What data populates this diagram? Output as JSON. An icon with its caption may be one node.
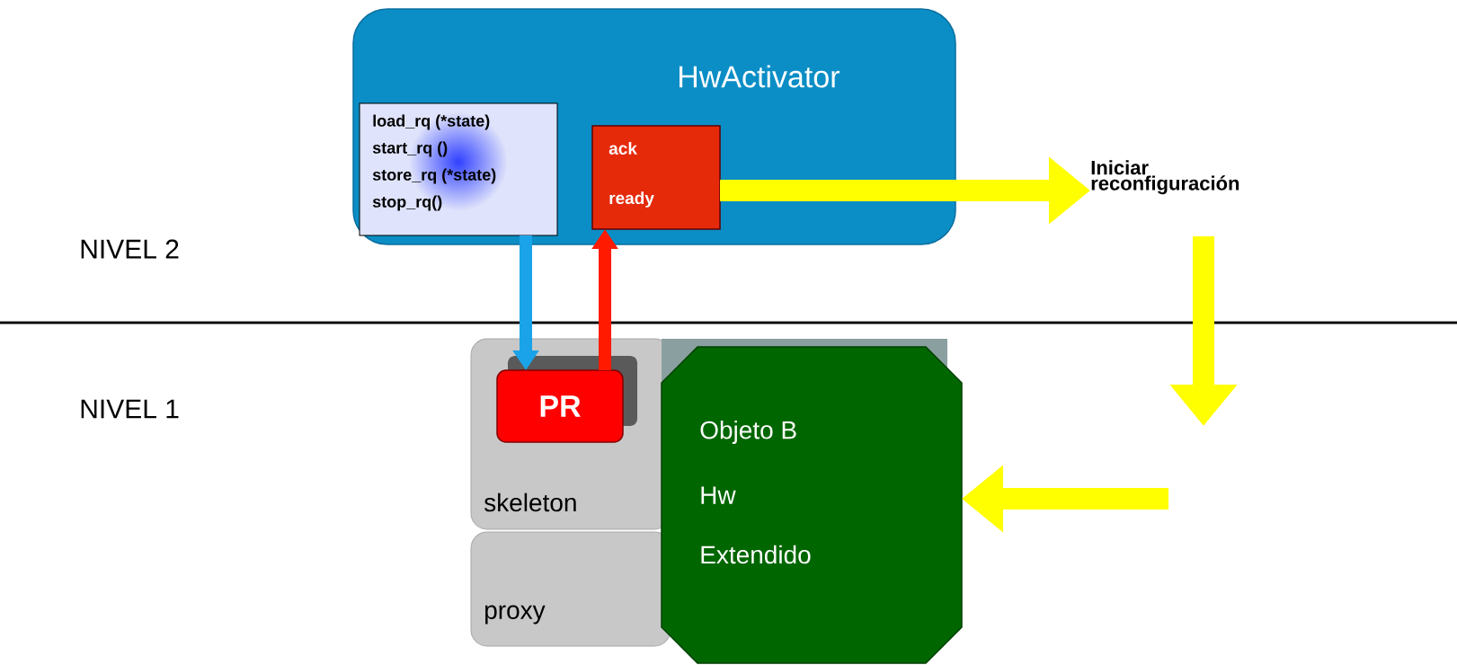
{
  "diagram": {
    "nodes": [
      {
        "text": [
          "HwActivator"
        ]
      },
      {
        "text": [
          "load_rq (*state)",
          "start_rq ()",
          "store_rq (*state)",
          "stop_rq()"
        ],
        "in": 0
      },
      {
        "text": [
          "ack",
          "ready"
        ],
        "in": 0
      },
      {
        "text": [
          "Iniciar reconfiguración"
        ]
      },
      {
        "text": [
          "skeleton"
        ]
      },
      {
        "text": [
          "PR"
        ],
        "in": 4
      },
      {
        "text": [
          "proxy"
        ]
      },
      {
        "text": [
          "Objeto B",
          "Hw",
          "Extendido"
        ]
      }
    ],
    "edges": [
      {
        "from": 1,
        "to": 5,
        "arrow": "to",
        "color": "#1aa3e8"
      },
      {
        "from": 5,
        "to": 2,
        "arrow": "to",
        "color": "#ff1a00"
      },
      {
        "from": 2,
        "to": 3,
        "arrow": "to",
        "color": "#ffff00"
      },
      {
        "from": 3,
        "to": null,
        "arrow": "to",
        "color": "#ffff00"
      },
      {
        "from": null,
        "to": 7,
        "arrow": "to",
        "color": "#ffff00"
      }
    ],
    "labels": [
      "NIVEL 2",
      "NIVEL 1"
    ]
  }
}
